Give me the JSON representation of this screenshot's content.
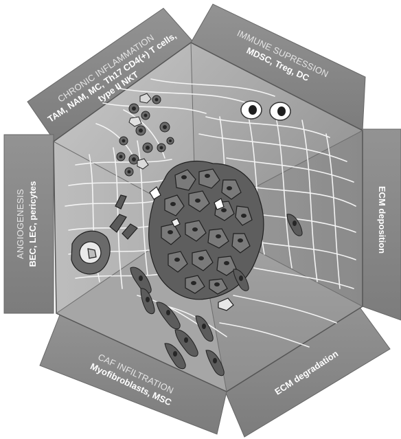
{
  "panels": {
    "chronic_inflammation": {
      "title": "CHRONIC INFLAMMATION",
      "line1": "TAM, NAM, MC, Th17 CD4(+) T cells,",
      "line2": "type II NKT"
    },
    "immune_suppression": {
      "title": "IMMUNE SUPRESSION",
      "subtitle": "MDSC, Treg, DC"
    },
    "ecm_deposition": {
      "title": "ECM deposition"
    },
    "ecm_degradation": {
      "title": "ECM degradation"
    },
    "caf_infiltration": {
      "title": "CAF INFILTRATION",
      "subtitle": "Myofibroblasts, MSC"
    },
    "angiogenesis": {
      "title": "ANGIOGENESIS",
      "subtitle": "BEC, LEC, pericytes"
    }
  },
  "colors": {
    "panel_fill": "#8a8a8a",
    "hexagon_light": "#bdbdbd",
    "hexagon_mid": "#a9a9a9",
    "hexagon_dark": "#9a9a9a",
    "cell_fill": "#5a5a5a",
    "nucleus_fill": "#2e2e2e",
    "fiber": "#f2f2f2"
  }
}
